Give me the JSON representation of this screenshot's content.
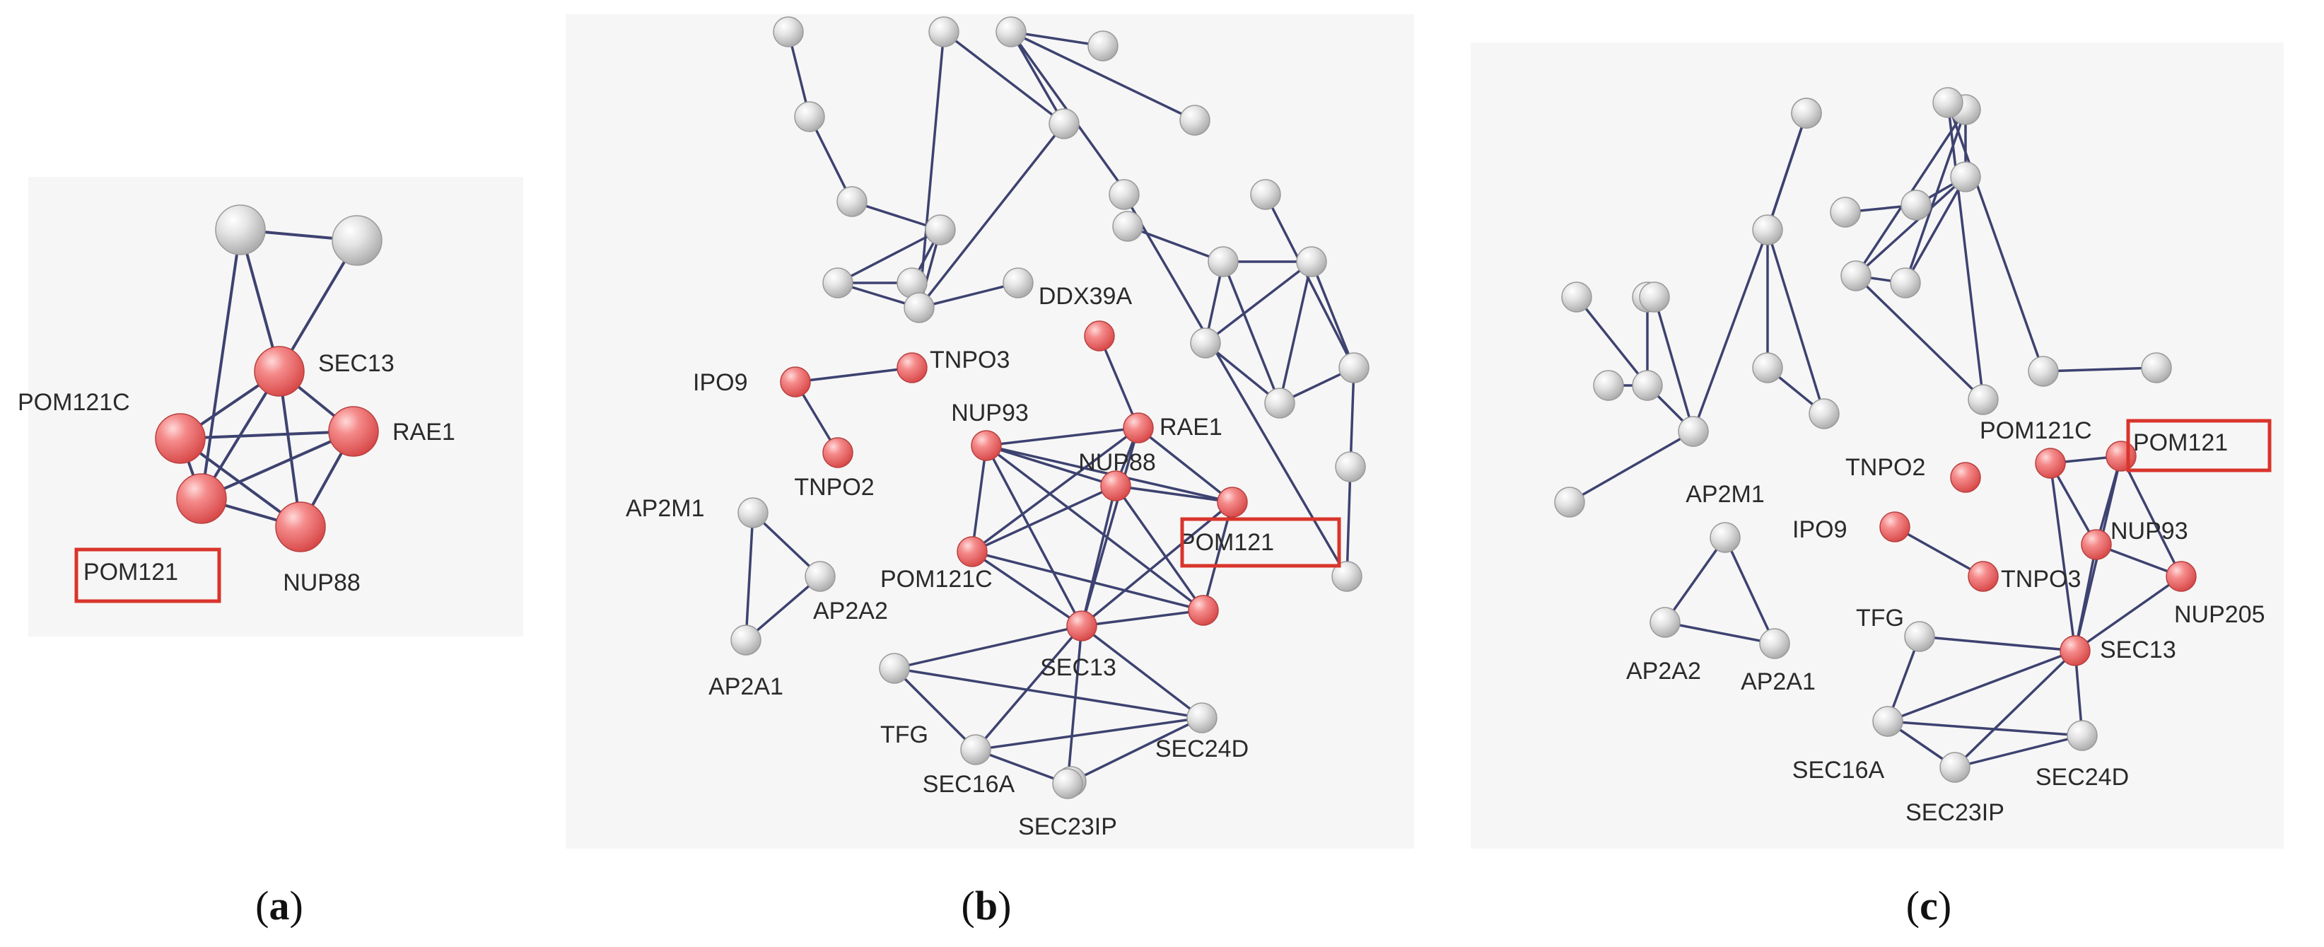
{
  "colors": {
    "highlight_node": "#f26d6d",
    "default_node": "#d8d8d8",
    "edge": "#3d4270",
    "highlight_box": "#d9342b"
  },
  "panels": [
    {
      "caption_open": "(",
      "caption_letter": "a",
      "caption_close": ")",
      "nodes": [
        {
          "id": "g1",
          "label": ""
        },
        {
          "id": "g2",
          "label": ""
        },
        {
          "id": "SEC13",
          "label": "SEC13",
          "highlight": true
        },
        {
          "id": "POM121C",
          "label": "POM121C",
          "highlight": true
        },
        {
          "id": "RAE1",
          "label": "RAE1",
          "highlight": true
        },
        {
          "id": "POM121",
          "label": "POM121",
          "highlight": true,
          "boxed": true
        },
        {
          "id": "NUP88",
          "label": "NUP88",
          "highlight": true
        }
      ],
      "edges": [
        [
          "g1",
          "g2"
        ],
        [
          "g1",
          "SEC13"
        ],
        [
          "g2",
          "SEC13"
        ],
        [
          "g1",
          "POM121"
        ],
        [
          "SEC13",
          "POM121C"
        ],
        [
          "SEC13",
          "RAE1"
        ],
        [
          "SEC13",
          "POM121"
        ],
        [
          "SEC13",
          "NUP88"
        ],
        [
          "POM121C",
          "RAE1"
        ],
        [
          "POM121C",
          "POM121"
        ],
        [
          "POM121C",
          "NUP88"
        ],
        [
          "RAE1",
          "POM121"
        ],
        [
          "RAE1",
          "NUP88"
        ],
        [
          "POM121",
          "NUP88"
        ]
      ]
    },
    {
      "caption_open": "(",
      "caption_letter": "b",
      "caption_close": ")",
      "nodes": [
        {
          "id": "t1",
          "label": ""
        },
        {
          "id": "t2",
          "label": ""
        },
        {
          "id": "t3",
          "label": ""
        },
        {
          "id": "t4",
          "label": ""
        },
        {
          "id": "t5",
          "label": ""
        },
        {
          "id": "t6",
          "label": ""
        },
        {
          "id": "t7",
          "label": ""
        },
        {
          "id": "t8",
          "label": ""
        },
        {
          "id": "t9",
          "label": ""
        },
        {
          "id": "t10",
          "label": ""
        },
        {
          "id": "t11",
          "label": ""
        },
        {
          "id": "t12",
          "label": ""
        },
        {
          "id": "t13",
          "label": ""
        },
        {
          "id": "r1",
          "label": ""
        },
        {
          "id": "r2",
          "label": ""
        },
        {
          "id": "r3",
          "label": ""
        },
        {
          "id": "r4",
          "label": ""
        },
        {
          "id": "r5",
          "label": ""
        },
        {
          "id": "r6",
          "label": ""
        },
        {
          "id": "r7",
          "label": ""
        },
        {
          "id": "r8",
          "label": ""
        },
        {
          "id": "r9",
          "label": ""
        },
        {
          "id": "r10",
          "label": ""
        },
        {
          "id": "DDX39A",
          "label": "DDX39A",
          "highlight": true
        },
        {
          "id": "IPO9",
          "label": "IPO9",
          "highlight": true
        },
        {
          "id": "TNPO3",
          "label": "TNPO3",
          "highlight": true
        },
        {
          "id": "TNPO2",
          "label": "TNPO2",
          "highlight": true
        },
        {
          "id": "NUP93",
          "label": "NUP93",
          "highlight": true
        },
        {
          "id": "RAE1",
          "label": "RAE1",
          "highlight": true
        },
        {
          "id": "NUP88",
          "label": "NUP88",
          "highlight": true
        },
        {
          "id": "POM121",
          "label": "POM121",
          "highlight": true,
          "boxed": true
        },
        {
          "id": "POM121C",
          "label": "POM121C",
          "highlight": true
        },
        {
          "id": "u1",
          "label": "",
          "highlight": true
        },
        {
          "id": "SEC13",
          "label": "SEC13",
          "highlight": true
        },
        {
          "id": "AP2M1",
          "label": "AP2M1"
        },
        {
          "id": "AP2A2",
          "label": "AP2A2"
        },
        {
          "id": "AP2A1",
          "label": "AP2A1"
        },
        {
          "id": "g1",
          "label": ""
        },
        {
          "id": "TFG",
          "label": "TFG"
        },
        {
          "id": "SEC16A",
          "label": "SEC16A"
        },
        {
          "id": "SEC24D",
          "label": "SEC24D"
        },
        {
          "id": "SEC23IP",
          "label": "SEC23IP"
        }
      ],
      "edges": [
        [
          "t1",
          "t2"
        ],
        [
          "t2",
          "t3"
        ],
        [
          "t3",
          "t4"
        ],
        [
          "t4",
          "t5"
        ],
        [
          "t4",
          "t6"
        ],
        [
          "t5",
          "t6"
        ],
        [
          "t4",
          "t7"
        ],
        [
          "t5",
          "t7"
        ],
        [
          "t6",
          "t7"
        ],
        [
          "t7",
          "t8"
        ],
        [
          "t7",
          "t9"
        ],
        [
          "t7",
          "t10"
        ],
        [
          "t9",
          "t10"
        ],
        [
          "t10",
          "t11"
        ],
        [
          "t11",
          "t12"
        ],
        [
          "t11",
          "t13"
        ],
        [
          "t11",
          "t14"
        ],
        [
          "t14",
          "t15"
        ],
        [
          "r1",
          "r2"
        ],
        [
          "r2",
          "r3"
        ],
        [
          "r2",
          "r4"
        ],
        [
          "r2",
          "r5"
        ],
        [
          "r3",
          "r4"
        ],
        [
          "r3",
          "r5"
        ],
        [
          "r4",
          "r5"
        ],
        [
          "r5",
          "r6"
        ],
        [
          "r3",
          "r6"
        ],
        [
          "r6",
          "r7"
        ],
        [
          "r6",
          "r8"
        ],
        [
          "r8",
          "r9"
        ],
        [
          "r9",
          "r10"
        ],
        [
          "IPO9",
          "TNPO3"
        ],
        [
          "IPO9",
          "TNPO2"
        ],
        [
          "DDX39A",
          "RAE1"
        ],
        [
          "NUP93",
          "RAE1"
        ],
        [
          "NUP93",
          "NUP88"
        ],
        [
          "NUP93",
          "POM121"
        ],
        [
          "NUP93",
          "POM121C"
        ],
        [
          "NUP93",
          "SEC13"
        ],
        [
          "NUP93",
          "u1"
        ],
        [
          "RAE1",
          "NUP88"
        ],
        [
          "RAE1",
          "POM121"
        ],
        [
          "RAE1",
          "POM121C"
        ],
        [
          "RAE1",
          "SEC13"
        ],
        [
          "NUP88",
          "POM121"
        ],
        [
          "NUP88",
          "POM121C"
        ],
        [
          "NUP88",
          "SEC13"
        ],
        [
          "NUP88",
          "u1"
        ],
        [
          "POM121",
          "SEC13"
        ],
        [
          "POM121",
          "u1"
        ],
        [
          "POM121C",
          "SEC13"
        ],
        [
          "POM121C",
          "u1"
        ],
        [
          "u1",
          "SEC13"
        ],
        [
          "AP2M1",
          "AP2A2"
        ],
        [
          "AP2M1",
          "AP2A1"
        ],
        [
          "AP2A2",
          "AP2A1"
        ],
        [
          "SEC13",
          "g1"
        ],
        [
          "SEC13",
          "TFG"
        ],
        [
          "SEC13",
          "SEC23IP"
        ],
        [
          "SEC13",
          "SEC24D"
        ],
        [
          "g1",
          "TFG"
        ],
        [
          "TFG",
          "SEC23IP"
        ],
        [
          "TFG",
          "SEC24D"
        ],
        [
          "SEC23IP",
          "SEC24D"
        ],
        [
          "g1",
          "SEC24D"
        ]
      ]
    },
    {
      "caption_open": "(",
      "caption_letter": "c",
      "caption_close": ")",
      "nodes": [
        {
          "id": "h1",
          "label": ""
        },
        {
          "id": "h2",
          "label": ""
        },
        {
          "id": "h3",
          "label": ""
        },
        {
          "id": "h4",
          "label": ""
        },
        {
          "id": "h5",
          "label": ""
        },
        {
          "id": "h6",
          "label": ""
        },
        {
          "id": "h7",
          "label": ""
        },
        {
          "id": "h8",
          "label": ""
        },
        {
          "id": "h9",
          "label": ""
        },
        {
          "id": "h10",
          "label": ""
        },
        {
          "id": "h11",
          "label": ""
        },
        {
          "id": "h12",
          "label": ""
        },
        {
          "id": "h13",
          "label": ""
        },
        {
          "id": "h14",
          "label": ""
        },
        {
          "id": "h15",
          "label": ""
        },
        {
          "id": "h16",
          "label": ""
        },
        {
          "id": "h17",
          "label": ""
        },
        {
          "id": "h18",
          "label": ""
        },
        {
          "id": "h19",
          "label": ""
        },
        {
          "id": "h20",
          "label": ""
        },
        {
          "id": "h21",
          "label": ""
        },
        {
          "id": "h22",
          "label": ""
        },
        {
          "id": "h23",
          "label": ""
        },
        {
          "id": "TNPO2",
          "label": "TNPO2",
          "highlight": true
        },
        {
          "id": "IPO9",
          "label": "IPO9",
          "highlight": true
        },
        {
          "id": "TNPO3",
          "label": "TNPO3",
          "highlight": true
        },
        {
          "id": "POM121C",
          "label": "POM121C",
          "highlight": true
        },
        {
          "id": "POM121",
          "label": "POM121",
          "highlight": true,
          "boxed": true
        },
        {
          "id": "NUP93",
          "label": "NUP93",
          "highlight": true
        },
        {
          "id": "NUP205",
          "label": "NUP205",
          "highlight": true
        },
        {
          "id": "SEC13",
          "label": "SEC13",
          "highlight": true
        },
        {
          "id": "AP2M1",
          "label": "AP2M1"
        },
        {
          "id": "AP2A2",
          "label": "AP2A2"
        },
        {
          "id": "AP2A1",
          "label": "AP2A1"
        },
        {
          "id": "TFG",
          "label": "TFG"
        },
        {
          "id": "SEC16A",
          "label": "SEC16A"
        },
        {
          "id": "SEC24D",
          "label": "SEC24D"
        },
        {
          "id": "SEC23IP",
          "label": "SEC23IP"
        }
      ],
      "edges": [
        [
          "h1",
          "h3"
        ],
        [
          "h2",
          "h3"
        ],
        [
          "h3",
          "h4"
        ],
        [
          "h3",
          "h5"
        ],
        [
          "h5",
          "h6"
        ],
        [
          "h4",
          "h6"
        ],
        [
          "h5",
          "h7"
        ],
        [
          "h8",
          "h9"
        ],
        [
          "h8",
          "h10"
        ],
        [
          "h8",
          "h11"
        ],
        [
          "h8",
          "h12"
        ],
        [
          "h8",
          "h5"
        ],
        [
          "h10",
          "h11"
        ],
        [
          "h8",
          "h13"
        ],
        [
          "h14",
          "h15"
        ],
        [
          "h15",
          "h16"
        ],
        [
          "h16",
          "h17"
        ],
        [
          "h16",
          "h18"
        ],
        [
          "h16",
          "h19"
        ],
        [
          "h17",
          "h18"
        ],
        [
          "h17",
          "h19"
        ],
        [
          "h18",
          "h19"
        ],
        [
          "h18",
          "h20"
        ],
        [
          "h20",
          "h21"
        ],
        [
          "h21",
          "h22"
        ],
        [
          "h22",
          "h23"
        ],
        [
          "IPO9",
          "TNPO3"
        ],
        [
          "POM121C",
          "POM121"
        ],
        [
          "POM121C",
          "NUP93"
        ],
        [
          "POM121C",
          "SEC13"
        ],
        [
          "POM121",
          "NUP93"
        ],
        [
          "POM121",
          "NUP205"
        ],
        [
          "POM121",
          "SEC13"
        ],
        [
          "NUP93",
          "NUP205"
        ],
        [
          "NUP93",
          "SEC13"
        ],
        [
          "NUP205",
          "SEC13"
        ],
        [
          "AP2M1",
          "AP2A2"
        ],
        [
          "AP2M1",
          "AP2A1"
        ],
        [
          "AP2A2",
          "AP2A1"
        ],
        [
          "SEC13",
          "TFG"
        ],
        [
          "SEC13",
          "SEC16A"
        ],
        [
          "SEC13",
          "SEC23IP"
        ],
        [
          "SEC13",
          "SEC24D"
        ],
        [
          "TFG",
          "SEC16A"
        ],
        [
          "SEC16A",
          "SEC23IP"
        ],
        [
          "SEC16A",
          "SEC24D"
        ],
        [
          "SEC23IP",
          "SEC24D"
        ]
      ]
    }
  ]
}
